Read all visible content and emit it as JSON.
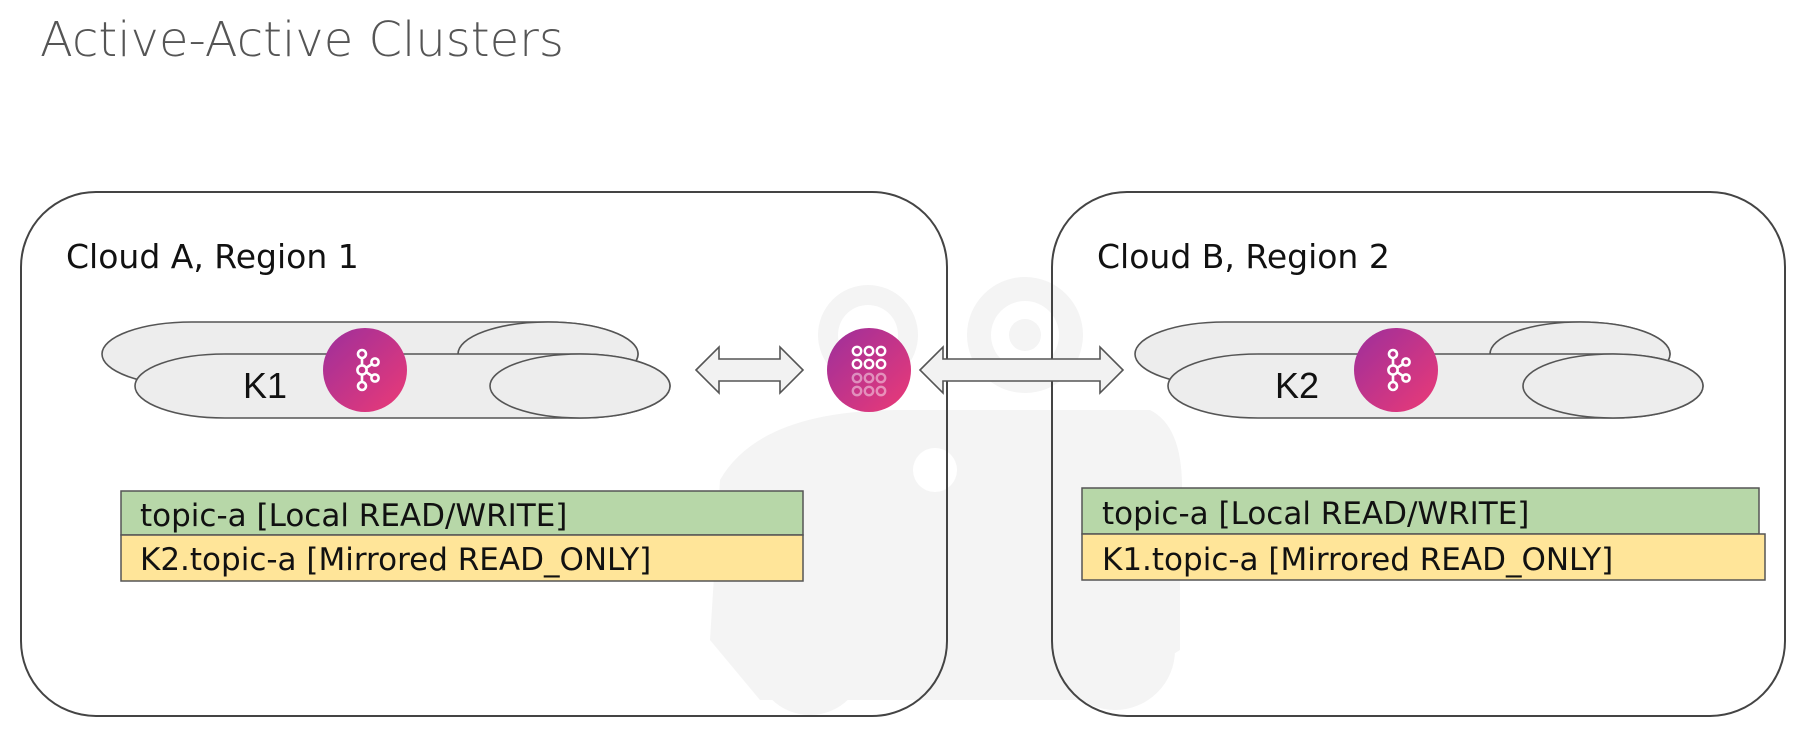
{
  "slide": {
    "title": "Active-Active Clusters"
  },
  "regions": [
    {
      "label": "Cloud A, Region 1",
      "cluster": "K1",
      "topics": [
        {
          "text": "topic-a [Local READ/WRITE]",
          "kind": "local"
        },
        {
          "text": "K2.topic-a [Mirrored READ_ONLY]",
          "kind": "mirrored"
        }
      ]
    },
    {
      "label": "Cloud B, Region 2",
      "cluster": "K2",
      "topics": [
        {
          "text": "topic-a [Local READ/WRITE]",
          "kind": "local"
        },
        {
          "text": "K1.topic-a [Mirrored READ_ONLY]",
          "kind": "mirrored"
        }
      ]
    }
  ],
  "colors": {
    "local_topic": "#b7d7a8",
    "mirrored_topic": "#ffe599",
    "kafka_badge_start": "#a0309a",
    "kafka_badge_end": "#e8337a",
    "cluster_fill": "#ededed",
    "watermark": "#f3f3f3"
  },
  "icons": {
    "kafka_cluster": "kafka-logo-icon",
    "mirror_maker": "mirror-maker-icon",
    "arrows": "bidirectional-arrow-icon"
  }
}
